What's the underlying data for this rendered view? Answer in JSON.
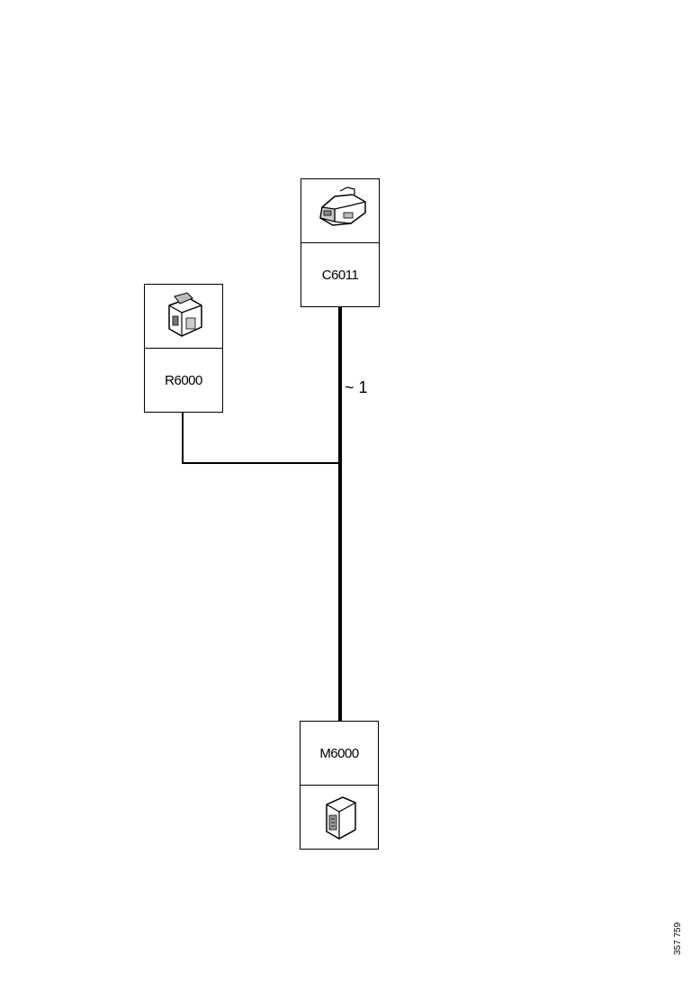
{
  "components": {
    "c6011": {
      "label": "C6011",
      "icon": "connector-icon"
    },
    "r6000": {
      "label": "R6000",
      "icon": "relay-icon"
    },
    "m6000": {
      "label": "M6000",
      "icon": "module-icon"
    }
  },
  "wires": {
    "main_label": "1"
  },
  "document": {
    "ref": "357 759"
  }
}
